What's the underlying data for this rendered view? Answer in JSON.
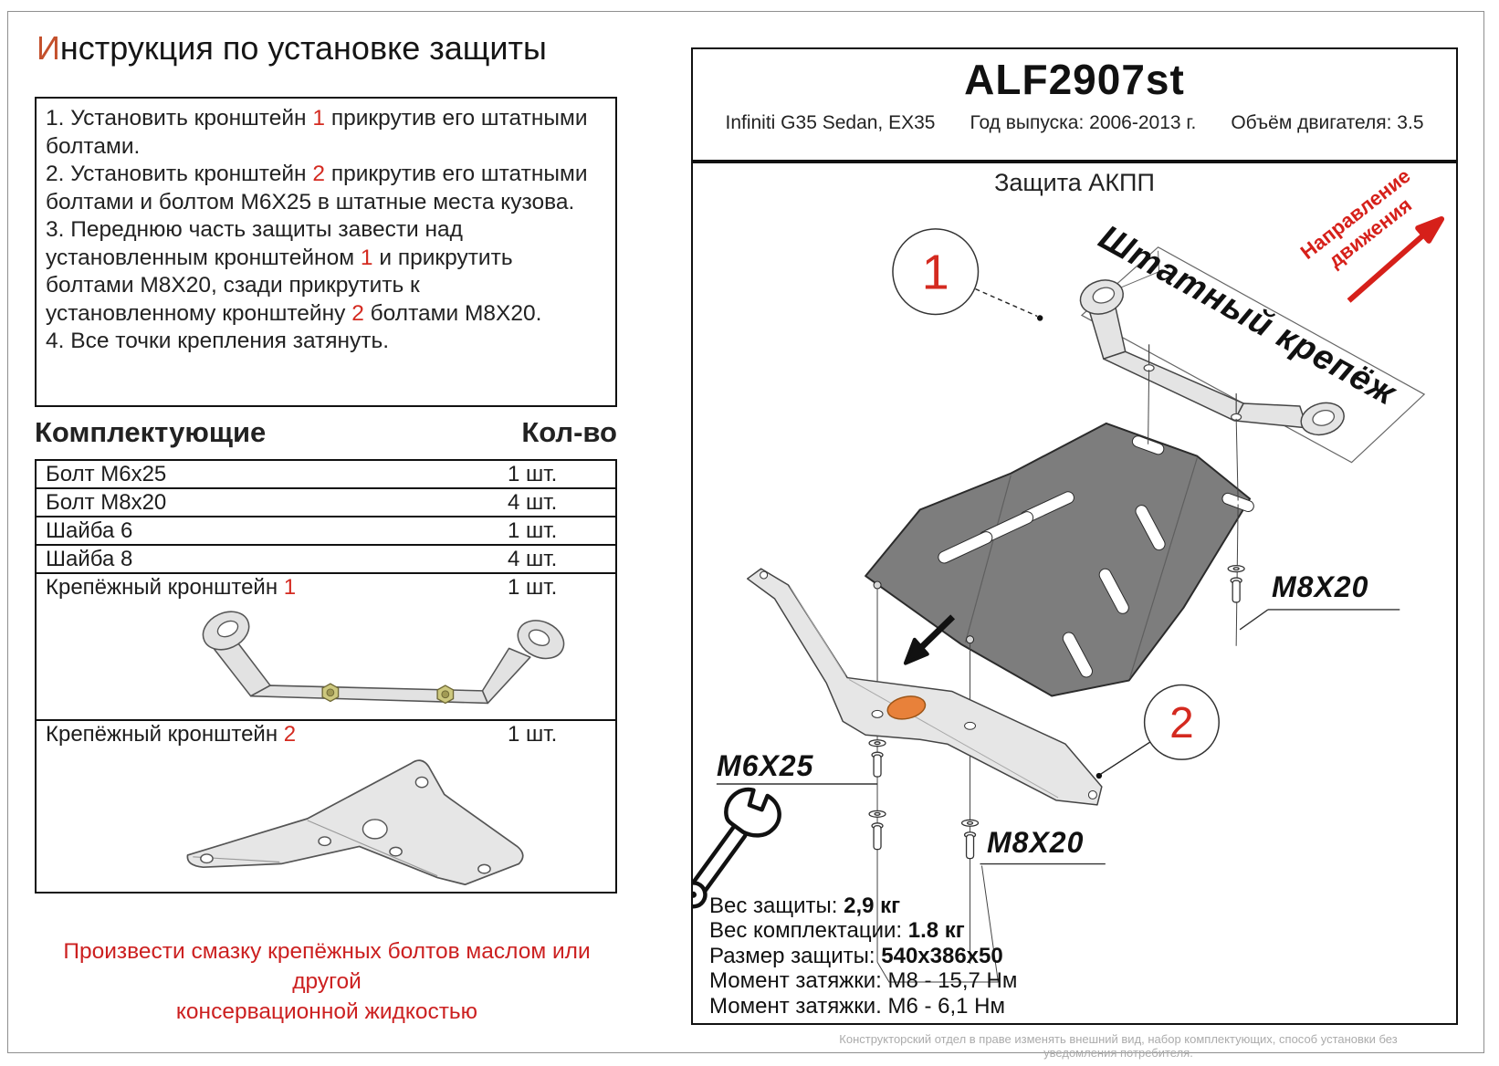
{
  "page": {
    "title_accent": "И",
    "title_rest": "нструкция по установке защиты"
  },
  "instructions": {
    "lines": [
      [
        "1. Установить кронштейн ",
        "1",
        " прикрутив его штатными"
      ],
      [
        "болтами.",
        "",
        ""
      ],
      [
        "2. Установить кронштейн ",
        "2",
        " прикрутив его штатными"
      ],
      [
        "болтами и болтом М6Х25 в штатные места кузова.",
        "",
        ""
      ],
      [
        "3. Переднюю часть защиты завести над",
        "",
        ""
      ],
      [
        "установленным кронштейном ",
        "1",
        " и прикрутить"
      ],
      [
        "болтами М8Х20, сзади прикрутить к",
        "",
        ""
      ],
      [
        "установленному кронштейну ",
        "2",
        " болтами М8Х20."
      ],
      [
        "4. Все точки крепления затянуть.",
        "",
        ""
      ]
    ]
  },
  "components": {
    "header_left": "Комплектующие",
    "header_right": "Кол-во",
    "rows": [
      {
        "name": "Болт М6х25",
        "name_red": "",
        "qty": "1 шт."
      },
      {
        "name": "Болт М8х20",
        "name_red": "",
        "qty": "4 шт."
      },
      {
        "name": "Шайба 6",
        "name_red": "",
        "qty": "1 шт."
      },
      {
        "name": "Шайба 8",
        "name_red": "",
        "qty": "4 шт."
      },
      {
        "name": "Крепёжный кронштейн ",
        "name_red": "1",
        "qty": "1 шт."
      },
      {
        "name": "Крепёжный кронштейн ",
        "name_red": "2",
        "qty": "1 шт."
      }
    ]
  },
  "warning": {
    "line1": "Произвести смазку крепёжных болтов маслом или другой",
    "line2": "консервационной жидкостью"
  },
  "product": {
    "code": "ALF2907st",
    "model": "Infiniti G35 Sedan, EX35",
    "year": "Год выпуска: 2006-2013 г.",
    "engine": "Объём двигателя: 3.5",
    "diagram_title": "Защита АКПП"
  },
  "diagram": {
    "callout1": "1",
    "callout2": "2",
    "standard_mount": "Штатный крепёж",
    "direction_line1": "Направление",
    "direction_line2": "движения",
    "m6x25": "M6X25",
    "m8x20_right": "M8X20",
    "m8x20_bottom": "M8X20"
  },
  "specs": {
    "lines": [
      {
        "label": "Вес защиты: ",
        "value": "2,9 кг"
      },
      {
        "label": "Вес комплектации: ",
        "value": "1.8 кг"
      },
      {
        "label": "Размер защиты: ",
        "value": "540x386x50"
      },
      {
        "label": "Момент затяжки:  ",
        "value": "М8 - 15,7 Нм"
      },
      {
        "label": "Момент затяжки.  ",
        "value": "М6 - 6,1 Нм"
      }
    ]
  },
  "footer": {
    "note": "Конструкторский отдел в праве изменять внешний вид, набор комплектующих, способ установки без уведомления потребителя."
  },
  "colors": {
    "red": "#d42a20",
    "accent_letter": "#c4502c",
    "plate_gray": "#7d7d7d",
    "bracket_gray": "#e4e4e4",
    "logo_orange": "#e8813a"
  }
}
